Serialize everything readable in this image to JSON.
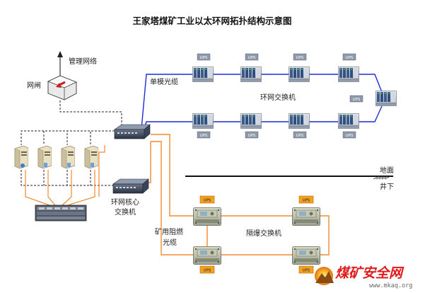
{
  "title": "王家塔煤矿工业以太环网拓扑结构示意图",
  "labels": {
    "management_network": "管理网络",
    "gateway": "网闸",
    "single_mode_fiber": "单模光缆",
    "ring_switch": "环网交换机",
    "ring_core_switch_line1": "环网核心",
    "ring_core_switch_line2": "交换机",
    "mine_fiber_line1": "矿用阻燃",
    "mine_fiber_line2": "光缆",
    "explosion_proof_switch": "隔爆交换机",
    "surface": "地面",
    "underground": "井下",
    "ups": "UPS"
  },
  "watermark": {
    "brand": "煤矿安全网",
    "url": "www.mkaq.org"
  },
  "colors": {
    "blue_link": "#1f2bd6",
    "orange_link": "#f28a2e",
    "ups_gray": "#8d98a8",
    "ups_orange": "#f4a020",
    "gateway_arrow": "#c8201e"
  }
}
